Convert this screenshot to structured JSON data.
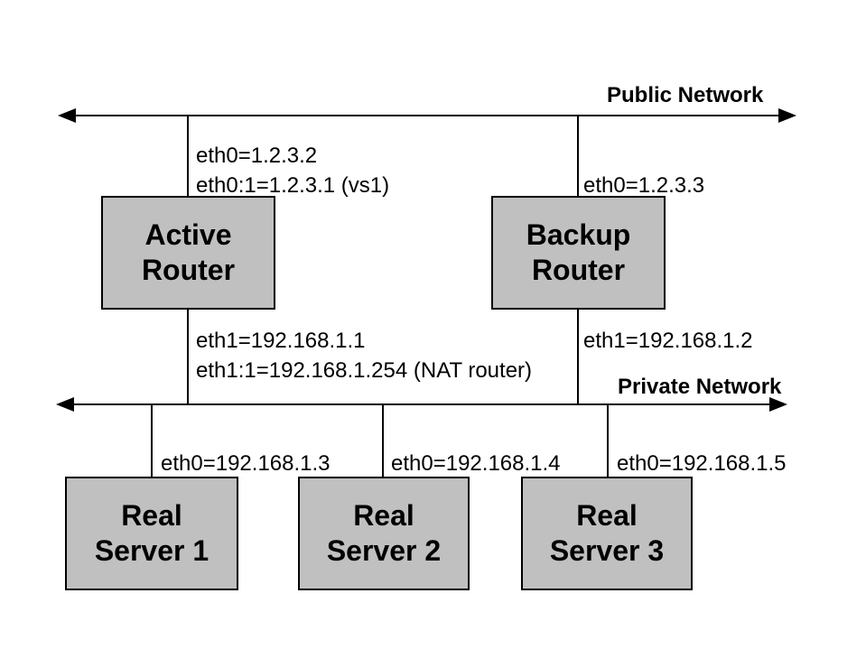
{
  "colors": {
    "background": "#ffffff",
    "box_fill": "#c0c0c0",
    "line": "#000000",
    "text": "#000000"
  },
  "networks": {
    "public": {
      "label": "Public Network"
    },
    "private": {
      "label": "Private Network"
    }
  },
  "routers": [
    {
      "name": "Active\nRouter",
      "public_ifaces": "eth0=1.2.3.2\neth0:1=1.2.3.1 (vs1)",
      "private_ifaces": "eth1=192.168.1.1\neth1:1=192.168.1.254 (NAT router)"
    },
    {
      "name": "Backup\nRouter",
      "public_ifaces": "eth0=1.2.3.3",
      "private_ifaces": "eth1=192.168.1.2"
    }
  ],
  "servers": [
    {
      "name": "Real\nServer 1",
      "iface": "eth0=192.168.1.3"
    },
    {
      "name": "Real\nServer 2",
      "iface": "eth0=192.168.1.4"
    },
    {
      "name": "Real\nServer 3",
      "iface": "eth0=192.168.1.5"
    }
  ]
}
